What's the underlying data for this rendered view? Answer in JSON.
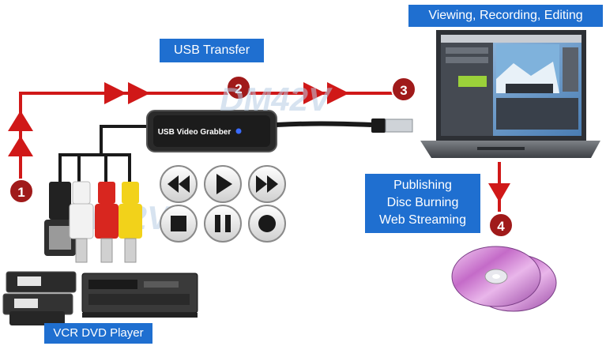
{
  "labels": {
    "viewing": "Viewing, Recording, Editing",
    "usb_transfer": "USB Transfer",
    "publishing": [
      "Publishing",
      "Disc Burning",
      "Web Streaming"
    ],
    "vcr_dvd": "VCR DVD Player"
  },
  "device": {
    "name": "USB Video Grabber"
  },
  "watermark": "DM42V",
  "steps": [
    "1",
    "2",
    "3",
    "4"
  ],
  "player_buttons": [
    "rewind-icon",
    "play-icon",
    "fast-forward-icon",
    "stop-icon",
    "pause-icon",
    "record-icon"
  ],
  "colors": {
    "label_bg": "#1f6fd0",
    "arrow_red": "#d01818",
    "step_circle": "#a01a1a",
    "cable_black": "#1a1a1a",
    "rca_white": "#f2f2f2",
    "rca_red": "#d8261f",
    "rca_yellow": "#f2d21a"
  }
}
